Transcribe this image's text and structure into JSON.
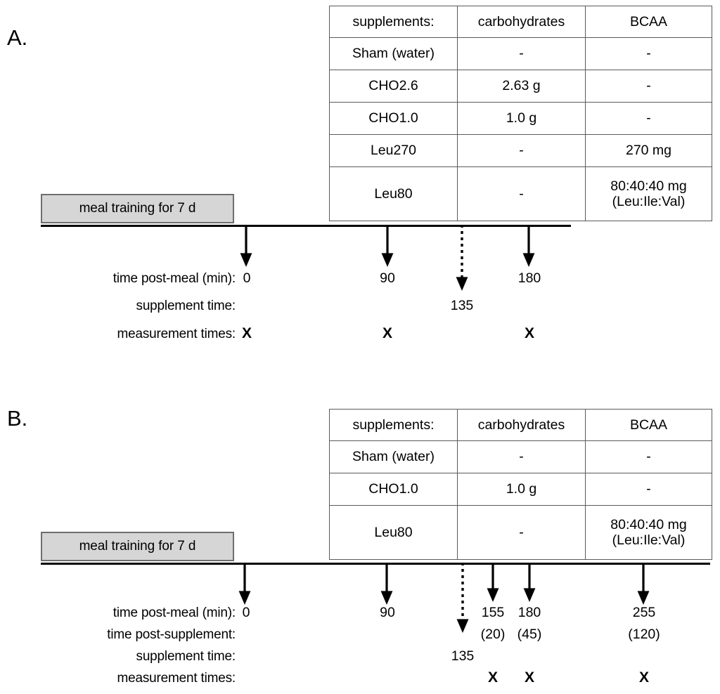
{
  "figure": {
    "panels": [
      {
        "letter": "A.",
        "meal_box_label": "meal training for 7 d",
        "table": {
          "headers": [
            "supplements:",
            "carbohydrates",
            "BCAA"
          ],
          "rows": [
            {
              "supplement": "Sham (water)",
              "carbohydrates": "-",
              "bcaa": "-"
            },
            {
              "supplement": "CHO2.6",
              "carbohydrates": "2.63 g",
              "bcaa": "-"
            },
            {
              "supplement": "CHO1.0",
              "carbohydrates": "1.0 g",
              "bcaa": "-"
            },
            {
              "supplement": "Leu270",
              "carbohydrates": "-",
              "bcaa": "270 mg"
            },
            {
              "supplement": "Leu80",
              "carbohydrates": "-",
              "bcaa": "80:40:40 mg\n(Leu:Ile:Val)"
            }
          ]
        },
        "row_labels": [
          "time post-meal (min):",
          "supplement time:",
          "measurement times:"
        ],
        "time_post_meal": [
          "0",
          "90",
          "180"
        ],
        "supplement_time": "135",
        "measurement_marks": [
          "X",
          "X",
          "X"
        ]
      },
      {
        "letter": "B.",
        "meal_box_label": "meal training for 7 d",
        "table": {
          "headers": [
            "supplements:",
            "carbohydrates",
            "BCAA"
          ],
          "rows": [
            {
              "supplement": "Sham (water)",
              "carbohydrates": "-",
              "bcaa": "-"
            },
            {
              "supplement": "CHO1.0",
              "carbohydrates": "1.0 g",
              "bcaa": "-"
            },
            {
              "supplement": "Leu80",
              "carbohydrates": "-",
              "bcaa": "80:40:40 mg\n(Leu:Ile:Val)"
            }
          ]
        },
        "row_labels": [
          "time post-meal (min):",
          "time post-supplement:",
          "supplement time:",
          "measurement times:"
        ],
        "time_post_meal": [
          "0",
          "90",
          "155",
          "180",
          "255"
        ],
        "time_post_supplement": [
          "(20)",
          "(45)",
          "(120)"
        ],
        "supplement_time": "135",
        "measurement_marks": [
          "X",
          "X",
          "X"
        ]
      }
    ]
  },
  "colors": {
    "box_fill": "#d6d6d6",
    "box_border": "#6e6e6e",
    "table_border": "#5a5a5a",
    "text": "#000000",
    "axis": "#000000"
  }
}
